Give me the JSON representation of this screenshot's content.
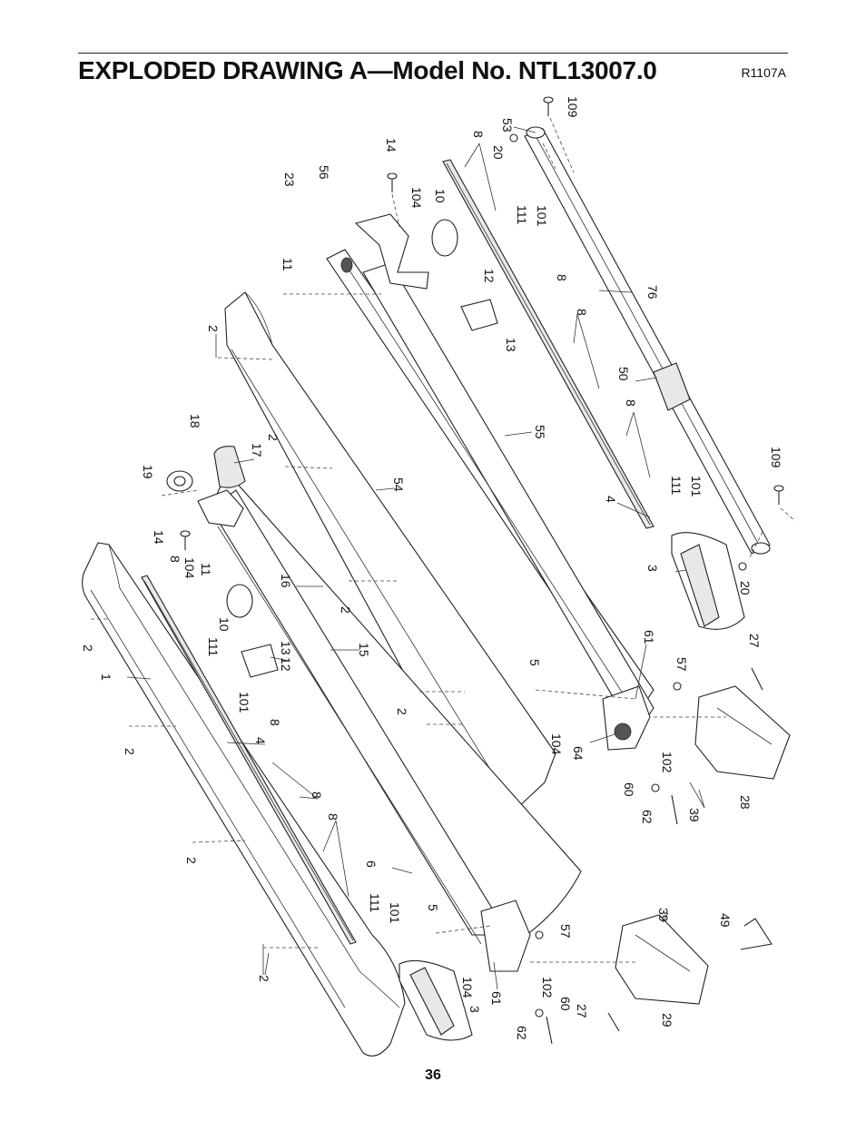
{
  "header": {
    "title": "EXPLODED DRAWING A—Model No. NTL13007.0",
    "ref_code": "R1107A"
  },
  "footer": {
    "page_number": "36"
  },
  "callouts": {
    "p109a": "109",
    "p53": "53",
    "p8a": "8",
    "p20a": "20",
    "p14a": "14",
    "p23": "23",
    "p56": "56",
    "p104a": "104",
    "p10a": "10",
    "p111a": "111",
    "p101a": "101",
    "p11a": "11",
    "p12a": "12",
    "p8b": "8",
    "p76": "76",
    "p13a": "13",
    "p8c": "8",
    "p2a": "2",
    "p50": "50",
    "p8d": "8",
    "p18": "18",
    "p55": "55",
    "p17": "17",
    "p2b": "2",
    "p109b": "109",
    "p19": "19",
    "p54": "54",
    "p4a": "4",
    "p111b": "111",
    "p101b": "101",
    "p14b": "14",
    "p3a": "3",
    "p104b": "104",
    "p11b": "11",
    "p8e": "8",
    "p20b": "20",
    "p16": "16",
    "p2c": "2",
    "p10b": "10",
    "p2d": "2",
    "p27a": "27",
    "p111c": "111",
    "p1": "1",
    "p15": "15",
    "p61a": "61",
    "p12b": "12",
    "p13b": "13",
    "p101c": "101",
    "p5a": "5",
    "p57a": "57",
    "p2e": "2",
    "p8f": "8",
    "p4b": "4",
    "p104c": "104",
    "p64": "64",
    "p2f": "2",
    "p102a": "102",
    "p60a": "60",
    "p8g": "8",
    "p39a": "39",
    "p62a": "62",
    "p28": "28",
    "p8h": "8",
    "p2g": "2",
    "p6": "6",
    "p111d": "111",
    "p101d": "101",
    "p5b": "5",
    "p39b": "39",
    "p49": "49",
    "p57b": "57",
    "p2h": "2",
    "p104d": "104",
    "p61b": "61",
    "p3b": "3",
    "p102b": "102",
    "p60b": "60",
    "p27b": "27",
    "p62b": "62",
    "p29": "29"
  }
}
